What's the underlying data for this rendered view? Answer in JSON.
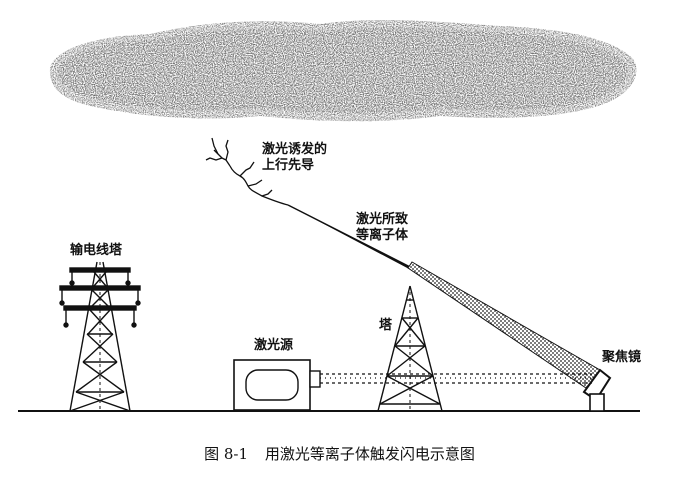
{
  "labels": {
    "upward_leader": [
      "激光诱发的",
      "上行先导"
    ],
    "plasma": [
      "激光所致",
      "等离子体"
    ],
    "power_tower": "输电线塔",
    "laser_source": "激光源",
    "tower": "塔",
    "focusing_mirror": "聚焦镜"
  },
  "caption": {
    "number": "图 8-1",
    "text": "用激光等离子体触发闪电示意图"
  },
  "colors": {
    "ink": "#111111",
    "cloud": "#222222",
    "background": "#ffffff"
  }
}
